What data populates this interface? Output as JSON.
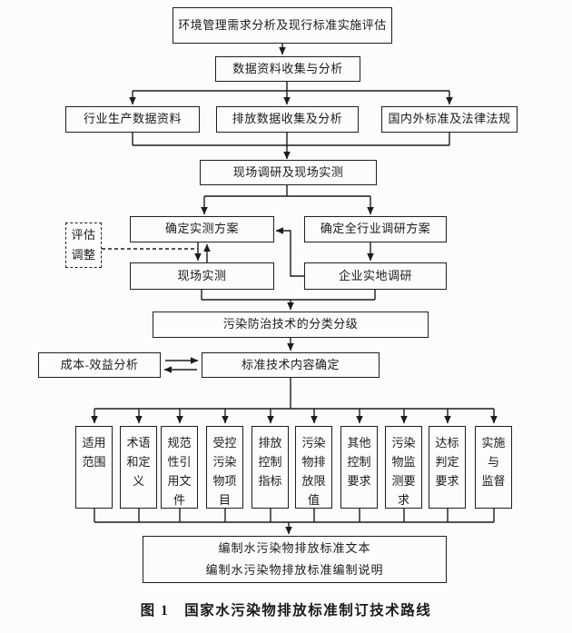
{
  "diagram": {
    "caption": "图 1　国家水污染物排放标准制订技术路线",
    "line_color": "#1c1c1c",
    "boxes": {
      "env_analysis": "环境管理需求分析及现行标准实施评估",
      "data_collection": "数据资料收集与分析",
      "industry_data": "行业生产数据资料",
      "emission_data": "排放数据收集及分析",
      "standards_laws": "国内外标准及法律法规",
      "field_survey": "现场调研及现场实测",
      "measurement_plan": "确定实测方案",
      "industry_survey_plan": "确定全行业调研方案",
      "evaluate_adjust": "评估\n调整",
      "field_measurement": "现场实测",
      "enterprise_site_survey": "企业实地调研",
      "pollution_tech_classification": "污染防治技术的分类分级",
      "cost_benefit_analysis": "成本-效益分析",
      "standard_tech_content": "标准技术内容确定",
      "output_line1": "编制水污染物排放标准文本",
      "output_line2": "编制水污染物排放标准编制说明"
    },
    "standard_elements": [
      "适用\n范围",
      "术语\n和定\n义",
      "规范\n性引\n用文\n件",
      "受控\n污染\n物项\n目",
      "排放\n控制\n指标",
      "污染\n物排\n放限\n值",
      "其他\n控制\n要求",
      "污染\n物监\n测要\n求",
      "达标\n判定\n要求",
      "实施\n与\n监督"
    ]
  }
}
